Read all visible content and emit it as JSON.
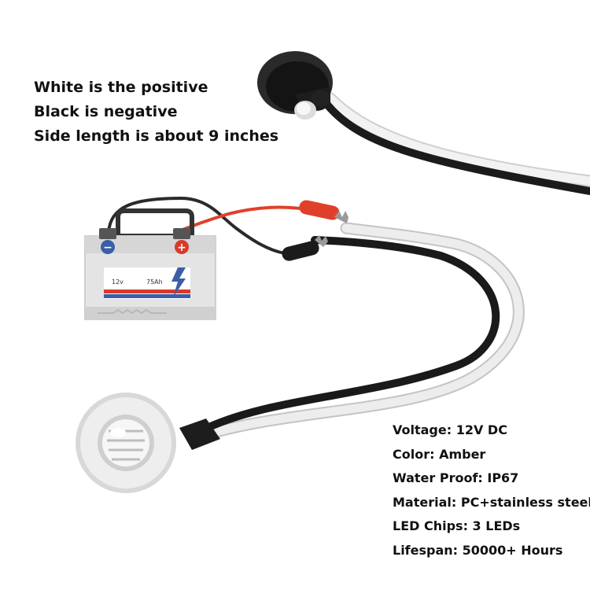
{
  "notes": {
    "line1": "White  is the positive",
    "line2": "Black is negative",
    "line3": "Side length is about 9 inches"
  },
  "battery": {
    "voltage_label": "12v",
    "capacity_label": "75Ah",
    "negative_symbol": "−",
    "positive_symbol": "+"
  },
  "specs": [
    "Voltage: 12V DC",
    "Color: Amber",
    "Water Proof: IP67",
    "Material: PC+stainless steel",
    "LED Chips: 3 LEDs",
    "Lifespan: 50000+ Hours"
  ],
  "colors": {
    "positive_wire": "#e8e8e8",
    "negative_wire": "#1a1a1a",
    "clip_red": "#e0402a",
    "battery_body": "#e4e4e4",
    "negative_terminal": "#3c5ea8",
    "positive_terminal": "#d83a2a"
  }
}
